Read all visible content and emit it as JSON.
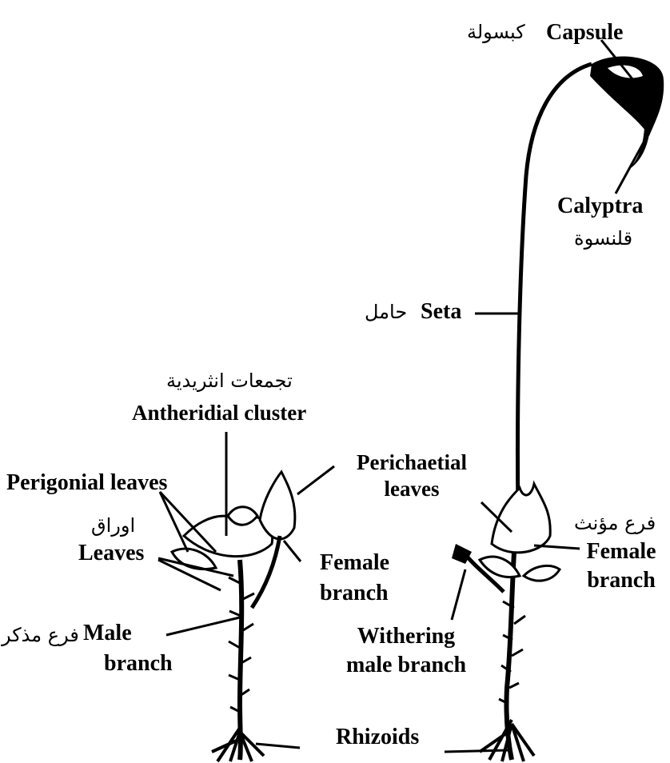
{
  "labels": {
    "capsule_en": "Capsule",
    "capsule_ar": "كبسولة",
    "calyptra_en": "Calyptra",
    "calyptra_ar": "قلنسوة",
    "seta_en": "Seta",
    "seta_ar": "حامل",
    "antheridial_ar": "تجمعات انثريدية",
    "antheridial_en": "Antheridial cluster",
    "perigonial_en": "Perigonial leaves",
    "perichaetial_line1": "Perichaetial",
    "perichaetial_line2": "leaves",
    "leaves_ar": "اوراق",
    "leaves_en": "Leaves",
    "female_branch_left_line1": "Female",
    "female_branch_left_line2": "branch",
    "female_ar": "فرع مؤنث",
    "female_branch_right_line1": "Female",
    "female_branch_right_line2": "branch",
    "male_en": "Male",
    "male_ar": "فرع مذكر",
    "male_branch_line2": "branch",
    "withering_line1": "Withering",
    "withering_line2": "male branch",
    "rhizoids": "Rhizoids"
  },
  "colors": {
    "ink": "#000000",
    "background": "#ffffff"
  }
}
